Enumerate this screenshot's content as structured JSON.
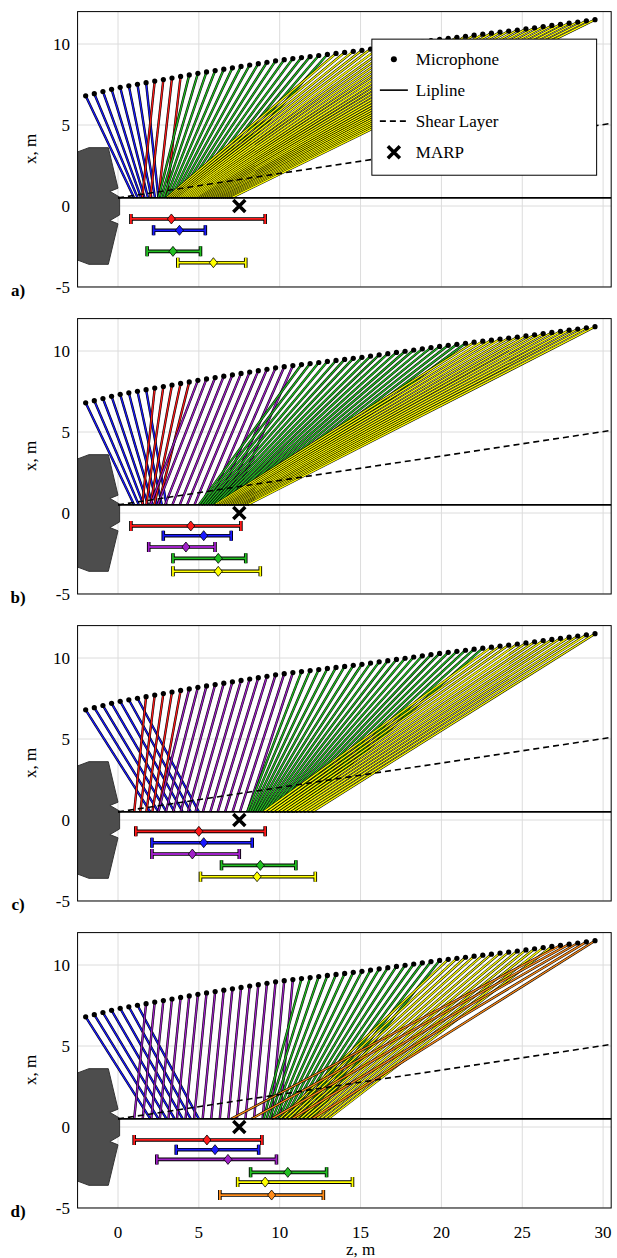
{
  "diagram": {
    "labels": [
      "10",
      "5",
      "0",
      "-5",
      "x, m",
      "a)",
      "10",
      "5",
      "0",
      "-5",
      "x, m",
      "b)",
      "10",
      "5",
      "0",
      "-5",
      "x, m",
      "c)",
      "10",
      "5",
      "0",
      "-5",
      "x, m",
      "d)",
      "0",
      "5",
      "10",
      "15",
      "20",
      "25",
      "30",
      "z, m"
    ],
    "legend": [
      {
        "text": "Microphone"
      },
      {
        "text": "Lipline"
      },
      {
        "text": "Shear Layer"
      },
      {
        "text": "MARP"
      }
    ]
  }
}
